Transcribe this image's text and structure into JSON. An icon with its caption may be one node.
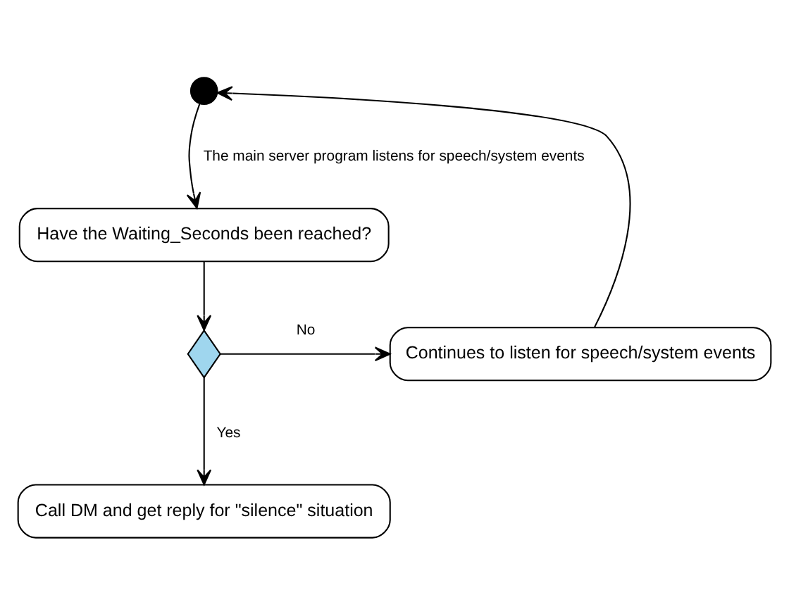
{
  "diagram": {
    "nodes": [
      {
        "text": [],
        "shape": "circle"
      },
      {
        "text": [
          "Have the Waiting_Seconds been reached?"
        ]
      },
      {
        "text": [],
        "shape": "diamond"
      },
      {
        "text": [
          "Continues to listen for speech/system events"
        ]
      },
      {
        "text": [
          "Call DM and get reply for \"silence\" situation"
        ]
      }
    ],
    "edges": [
      {
        "from": 0,
        "to": 1,
        "arrow": "to",
        "label": "The main server program listens for speech/system events"
      },
      {
        "from": 1,
        "to": 2,
        "arrow": "to"
      },
      {
        "from": 2,
        "to": 3,
        "arrow": "to",
        "label": "No"
      },
      {
        "from": 3,
        "to": 0,
        "arrow": "to"
      },
      {
        "from": 2,
        "to": 4,
        "arrow": "to",
        "label": "Yes"
      }
    ]
  }
}
